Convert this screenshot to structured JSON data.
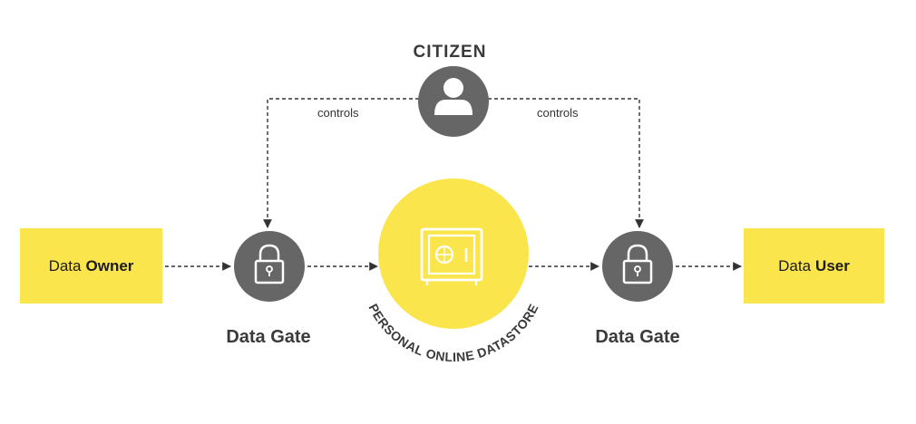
{
  "citizen": {
    "label": "CITIZEN",
    "icon": "person-icon"
  },
  "edges": {
    "controls_left": "controls",
    "controls_right": "controls"
  },
  "data_owner": {
    "prefix": "Data",
    "emphasis": "Owner"
  },
  "data_user": {
    "prefix": "Data",
    "emphasis": "User"
  },
  "gate_left": {
    "label": "Data Gate",
    "icon": "padlock-icon"
  },
  "gate_right": {
    "label": "Data Gate",
    "icon": "padlock-icon"
  },
  "datastore": {
    "label": "PERSONAL ONLINE DATASTORE",
    "icon": "safe-icon"
  },
  "colors": {
    "accent_yellow": "#fbe54d",
    "node_gray": "#666666",
    "icon_white": "#ffffff",
    "line": "#333333"
  }
}
